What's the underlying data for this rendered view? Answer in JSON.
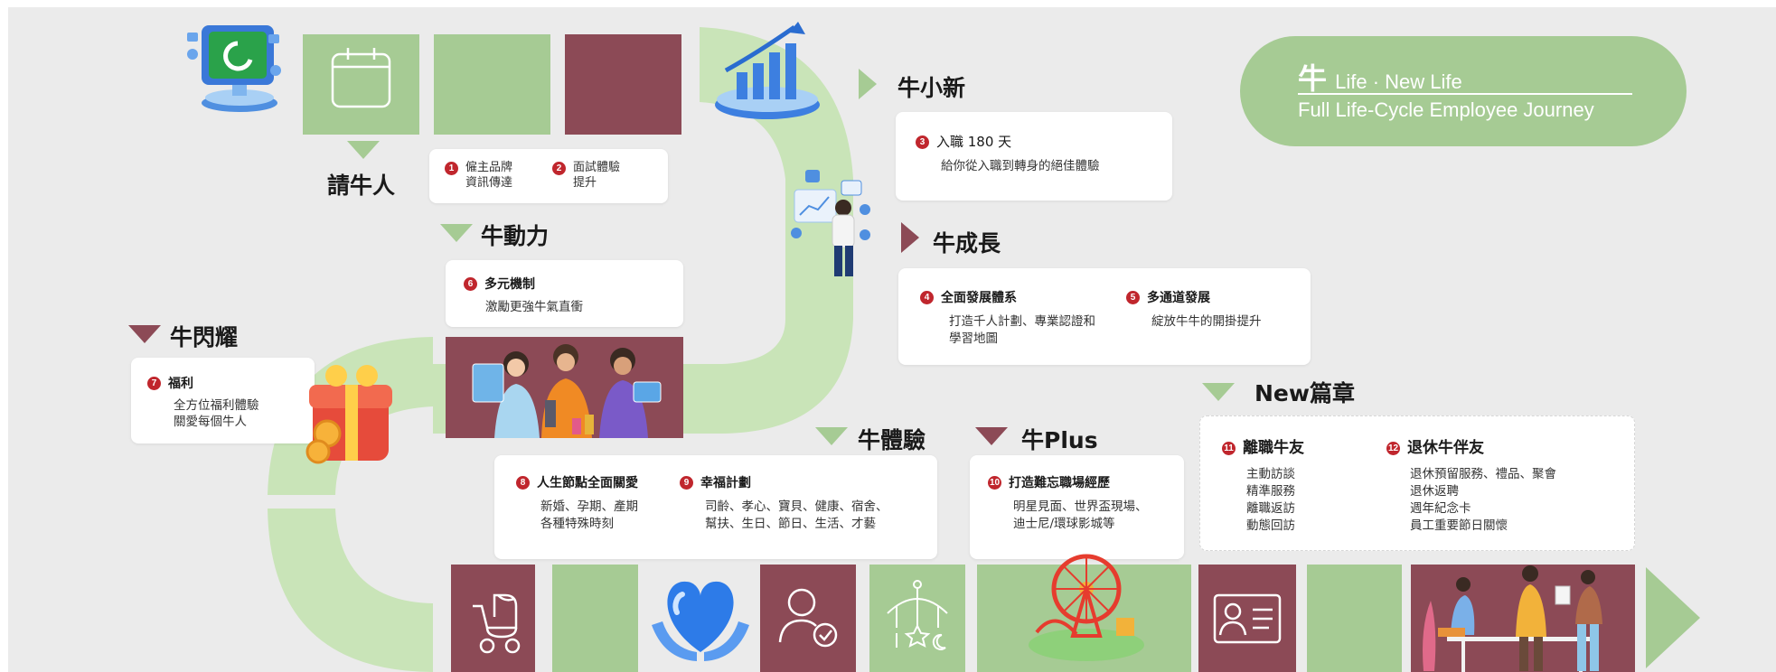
{
  "header": {
    "brand_char": "牛",
    "subtitle_1": "Life · New Life",
    "subtitle_2": "Full Life-Cycle Employee Journey"
  },
  "sections": {
    "hire": "請牛人",
    "motivation": "牛動力",
    "newbie": "牛小新",
    "growth": "牛成長",
    "shine": "牛閃耀",
    "experience": "牛體驗",
    "plus": "牛Plus",
    "new_chapter": "New篇章"
  },
  "cards": {
    "c1": {
      "num": "1",
      "text": "僱主品牌\n資訊傳達"
    },
    "c2": {
      "num": "2",
      "text": "面試體驗\n提升"
    },
    "c3": {
      "num": "3",
      "title": "入職 180 天",
      "text": "給你從入職到轉身的絕佳體驗"
    },
    "c4": {
      "num": "4",
      "title": "全面發展體系",
      "text": "打造千人計劃、專業認證和\n學習地圖"
    },
    "c5": {
      "num": "5",
      "title": "多通道發展",
      "text": "綻放牛牛的開掛提升"
    },
    "c6": {
      "num": "6",
      "title": "多元機制",
      "text": "激勵更強牛氣直衝"
    },
    "c7": {
      "num": "7",
      "title": "福利",
      "text": "全方位福利體驗\n關愛每個牛人"
    },
    "c8": {
      "num": "8",
      "title": "人生節點全面關愛",
      "text": "新婚、孕期、產期\n各種特殊時刻"
    },
    "c9": {
      "num": "9",
      "title": "幸福計劃",
      "text": "司齡、孝心、寶貝、健康、宿舍、\n幫扶、生日、節日、生活、才藝"
    },
    "c10": {
      "num": "10",
      "title": "打造難忘職場經歷",
      "text": "明星見面、世界盃現場、\n迪士尼/環球影城等"
    },
    "c11": {
      "num": "11",
      "title": "離職牛友",
      "text": "主動訪談\n精準服務\n離職返訪\n動態回訪"
    },
    "c12": {
      "num": "12",
      "title": "退休牛伴友",
      "text": "退休預留服務、禮品、聚會\n    退休返聘\n    週年紀念卡\n    員工重要節日關懷"
    }
  },
  "colors": {
    "green": "#a6cb94",
    "maroon": "#8c4a56",
    "path": "#c9e4b8",
    "badge": "#c0262d",
    "background": "#ebebeb"
  },
  "icons": [
    "calendar-icon",
    "computer-app-icon",
    "bar-chart-icon",
    "gift-box-icon",
    "stroller-icon",
    "heart-hands-icon",
    "person-check-icon",
    "baby-mobile-icon",
    "ferris-wheel-icon",
    "id-card-icon",
    "team-meeting-icon"
  ]
}
